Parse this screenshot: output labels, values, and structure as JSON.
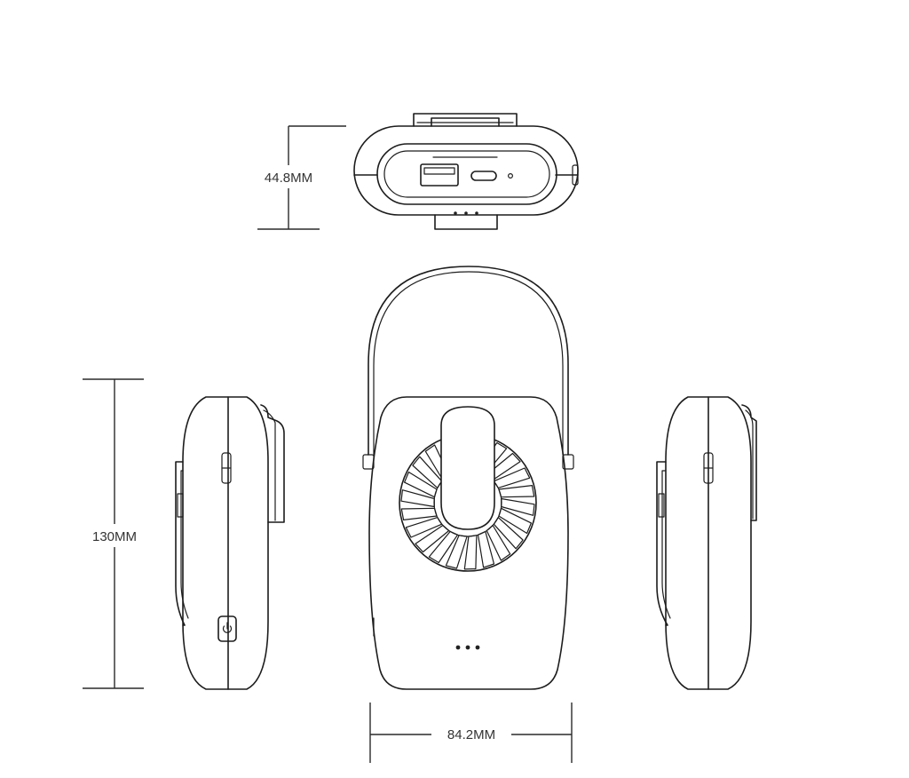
{
  "dimensions": {
    "depth": "44.8MM",
    "height": "130MM",
    "width": "84.2MM"
  },
  "colors": {
    "line": "#1c1c1c",
    "background": "#ffffff"
  },
  "icons": {
    "power": "power-icon",
    "usb_a": "usb-a-port-icon",
    "usb_c": "usb-c-port-icon"
  }
}
